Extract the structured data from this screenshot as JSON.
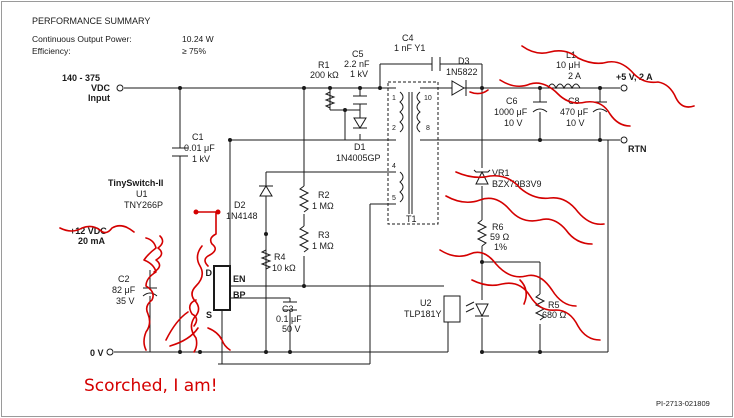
{
  "header": {
    "title": "PERFORMANCE SUMMARY",
    "rows": [
      {
        "label": "Continuous Output Power:",
        "value": "10.24 W"
      },
      {
        "label": "Efficiency:",
        "value": "≥ 75%"
      }
    ]
  },
  "input": {
    "voltage": "140 - 375",
    "unit": "VDC",
    "name": "Input"
  },
  "aux_output": {
    "voltage": "+12 VDC",
    "current": "20 mA"
  },
  "ground_label": "0 V",
  "outputs": {
    "main": "+5 V, 2 A",
    "rtn": "RTN"
  },
  "ic": {
    "family": "TinySwitch-II",
    "ref": "U1",
    "part": "TNY266P",
    "pins": {
      "en": "EN",
      "bp": "BP",
      "d": "D",
      "s": "S"
    }
  },
  "components": {
    "c1": {
      "ref": "C1",
      "value": "0.01 μF",
      "rating": "1 kV"
    },
    "c2": {
      "ref": "C2",
      "value": "82 μF",
      "rating": "35 V"
    },
    "c3": {
      "ref": "C3",
      "value": "0.1 μF",
      "rating": "50 V"
    },
    "c4": {
      "ref": "C4",
      "value": "1 nF Y1"
    },
    "c5": {
      "ref": "C5",
      "value": "2.2 nF",
      "rating": "1 kV"
    },
    "c6": {
      "ref": "C6",
      "value": "1000 μF",
      "rating": "10 V"
    },
    "c8": {
      "ref": "C8",
      "value": "470 μF",
      "rating": "10 V"
    },
    "d1": {
      "ref": "D1",
      "part": "1N4005GP"
    },
    "d2": {
      "ref": "D2",
      "part": "1N4148"
    },
    "d3": {
      "ref": "D3",
      "part": "1N5822"
    },
    "l1": {
      "ref": "L1",
      "value": "10 μH",
      "rating": "2 A"
    },
    "r1": {
      "ref": "R1",
      "value": "200 kΩ"
    },
    "r2": {
      "ref": "R2",
      "value": "1 MΩ"
    },
    "r3": {
      "ref": "R3",
      "value": "1 MΩ"
    },
    "r4": {
      "ref": "R4",
      "value": "10 kΩ"
    },
    "r5": {
      "ref": "R5",
      "value": "680 Ω"
    },
    "r6": {
      "ref": "R6",
      "value": "59 Ω",
      "tol": "1%"
    },
    "t1": {
      "ref": "T1",
      "pins": [
        "1",
        "2",
        "4",
        "5",
        "10",
        "8"
      ]
    },
    "u2": {
      "ref": "U2",
      "part": "TLP181Y"
    },
    "vr1": {
      "ref": "VR1",
      "part": "BZX79B3V9"
    }
  },
  "annotation": {
    "text": "Scorched, I am!",
    "color": "#d40000"
  },
  "footer": {
    "code": "PI-2713-021809"
  },
  "colors": {
    "ink": "#1a1a1a",
    "scribble": "#d40000",
    "border": "#9a9a9a"
  }
}
